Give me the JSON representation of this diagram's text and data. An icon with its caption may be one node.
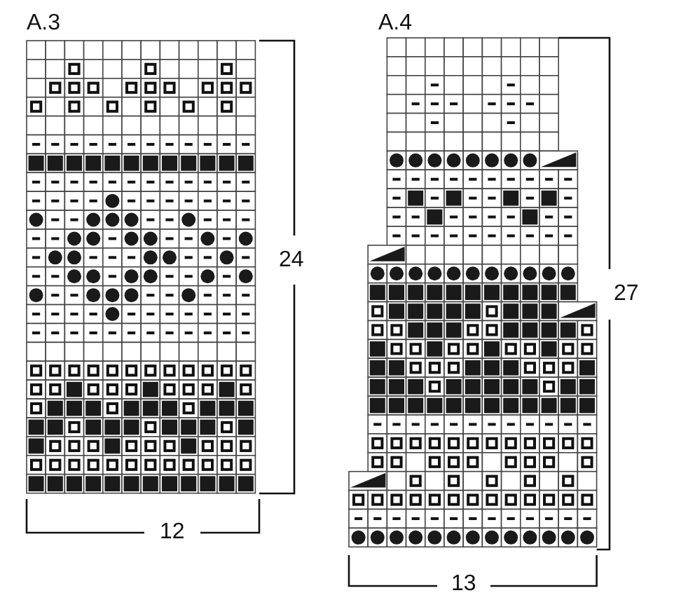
{
  "diagram": {
    "labels": [
      "A.3",
      "A.4",
      "24",
      "27",
      "12",
      "13"
    ]
  }
}
